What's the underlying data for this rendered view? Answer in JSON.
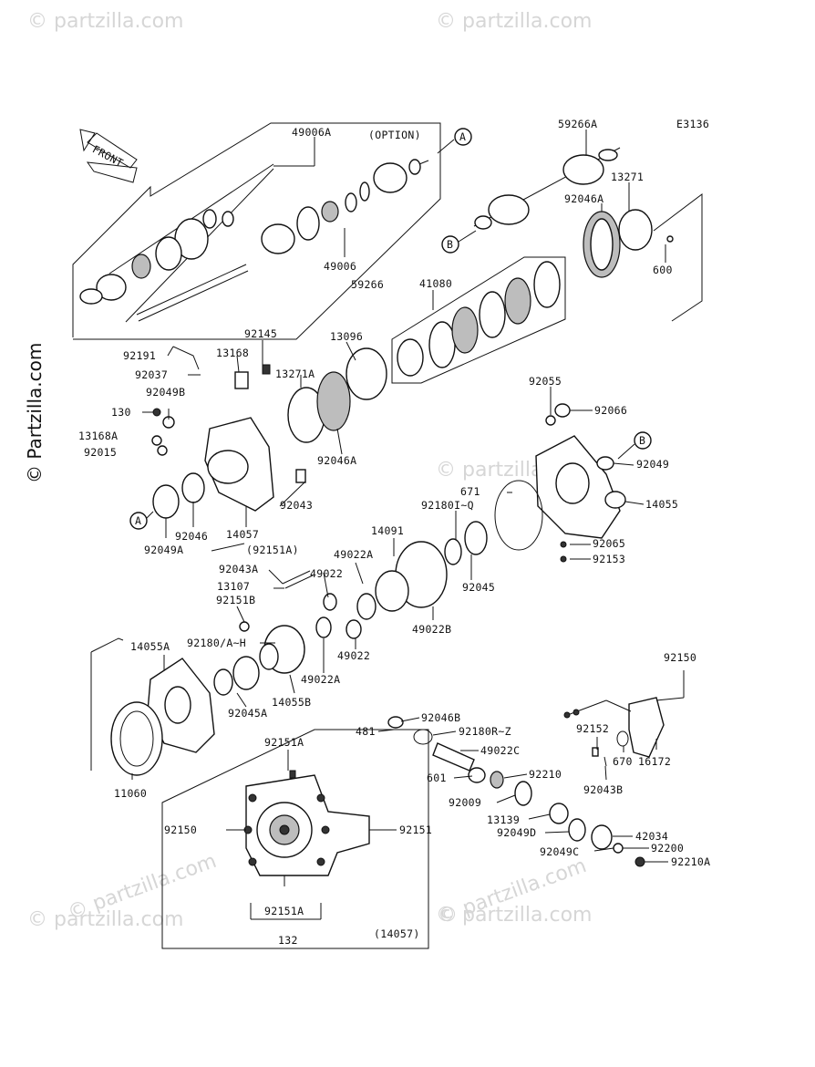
{
  "diagram_code": "E3136",
  "front_arrow": "FRONT",
  "brand_vertical": "© Partzilla.com",
  "watermark": "© partzilla.com",
  "callouts": {
    "a": "A",
    "b": "B"
  },
  "labels": {
    "p49006A": "49006A",
    "option": "(OPTION)",
    "p59266A": "59266A",
    "p13271": "13271",
    "p92046A_top": "92046A",
    "p600": "600",
    "p49006": "49006",
    "p59266": "59266",
    "p41080": "41080",
    "p92145": "92145",
    "p92191": "92191",
    "p13168": "13168",
    "p13096": "13096",
    "p92037": "92037",
    "p13271A": "13271A",
    "p92049B": "92049B",
    "p130": "130",
    "p13168A": "13168A",
    "p92015": "92015",
    "p92046A_mid": "92046A",
    "p92055": "92055",
    "p92066": "92066",
    "p92049": "92049",
    "p14055": "14055",
    "p671": "671",
    "p92180IQ": "92180I~Q",
    "p92043": "92043",
    "p92046": "92046",
    "p14057": "14057",
    "p92049A": "92049A",
    "p92151A_paren": "(92151A)",
    "p14091": "14091",
    "p49022A_top": "49022A",
    "p92065": "92065",
    "p92153": "92153",
    "p92045": "92045",
    "p92043A": "92043A",
    "p49022_a": "49022",
    "p13107": "13107",
    "p92151B": "92151B",
    "p49022B": "49022B",
    "p14055A": "14055A",
    "p92180AH": "92180/A~H",
    "p49022_b": "49022",
    "p49022A_bot": "49022A",
    "p92045A": "92045A",
    "p14055B": "14055B",
    "p92150_r": "92150",
    "p92046B": "92046B",
    "p481": "481",
    "p92180RZ": "92180R~Z",
    "p92152": "92152",
    "p49022C": "49022C",
    "p670": "670",
    "p16172": "16172",
    "p92151A_top": "92151A",
    "p601": "601",
    "p92210": "92210",
    "p92043B": "92043B",
    "p11060": "11060",
    "p92009": "92009",
    "p13139": "13139",
    "p92150_l": "92150",
    "p92151": "92151",
    "p92049D": "92049D",
    "p42034": "42034",
    "p92049C": "92049C",
    "p92200": "92200",
    "p92210A": "92210A",
    "p92151A_bot": "92151A",
    "p132": "132",
    "p14057_paren": "(14057)"
  }
}
